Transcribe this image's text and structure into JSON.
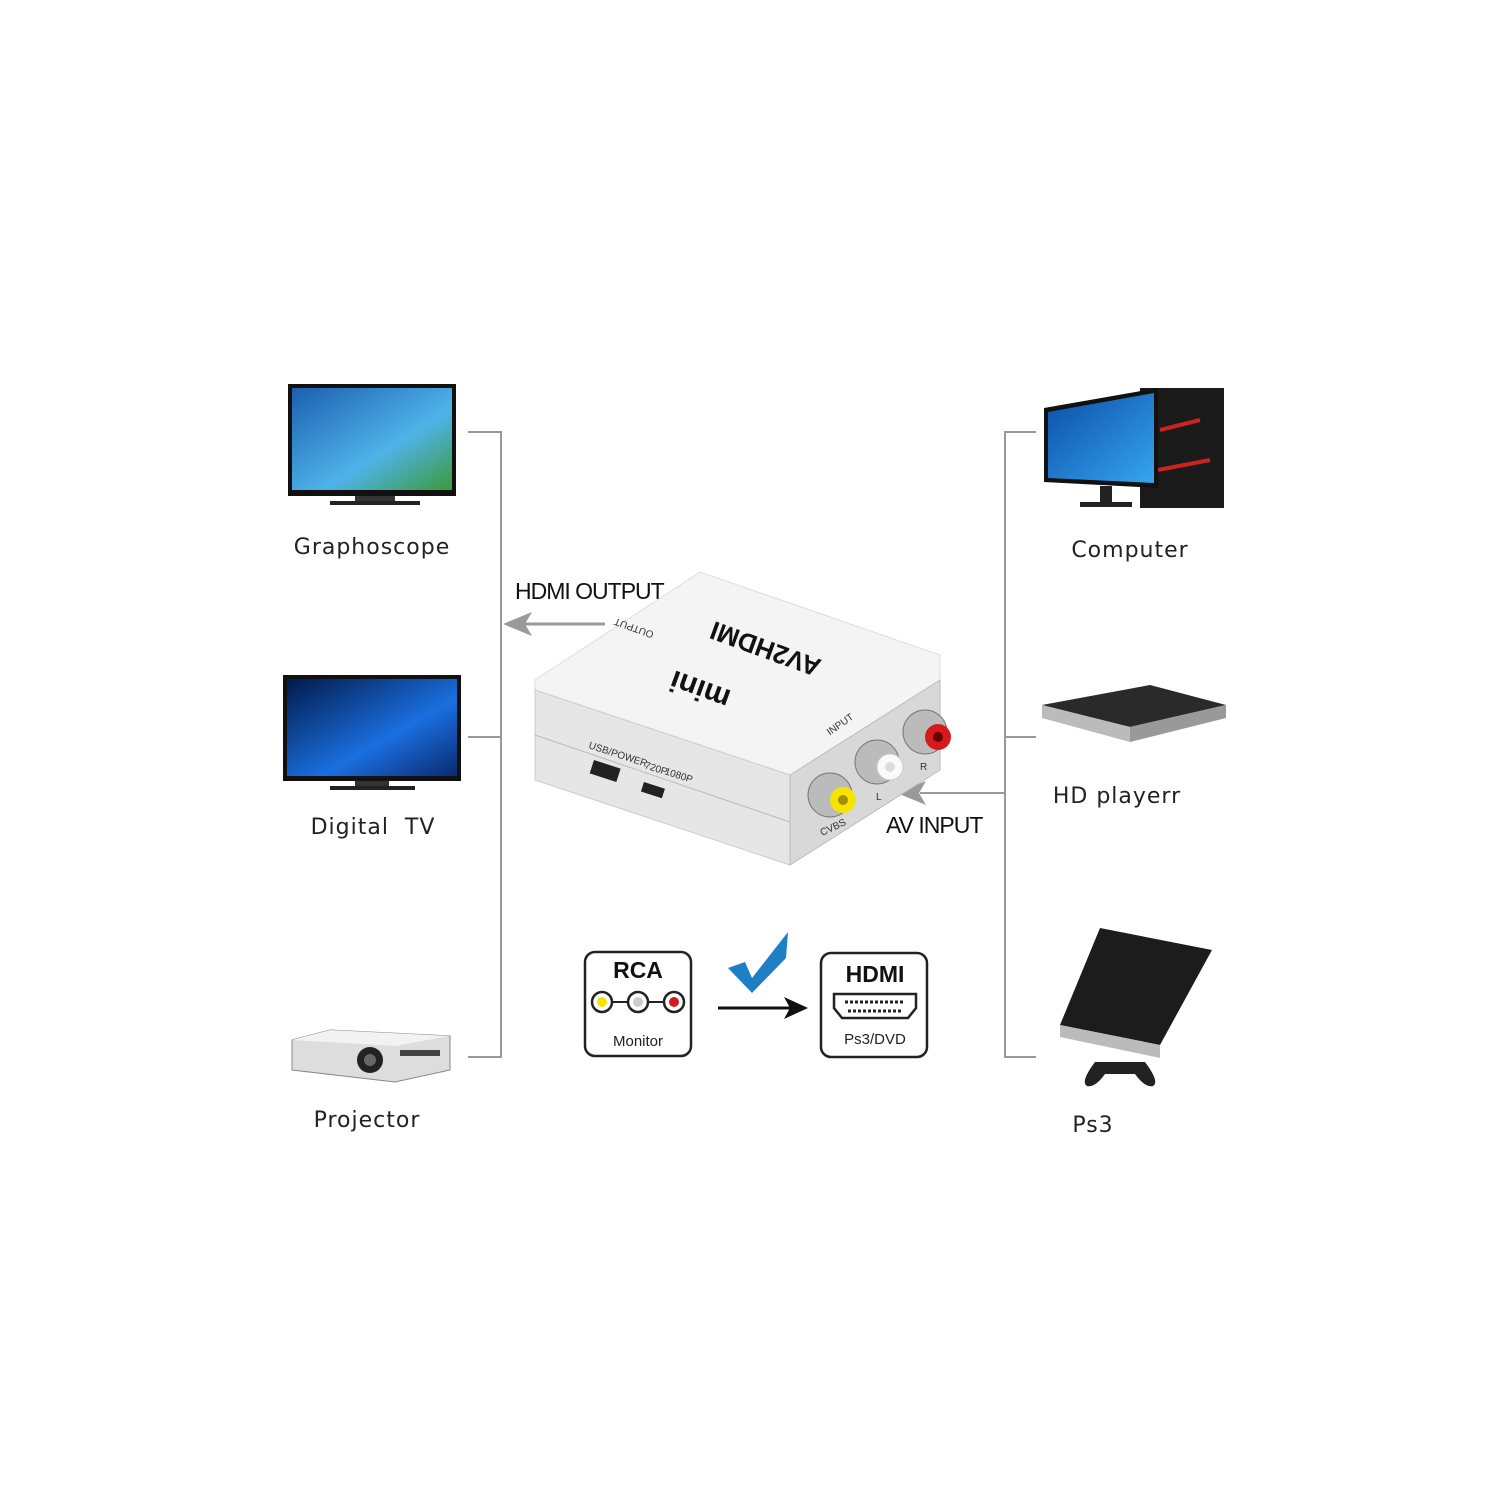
{
  "left_devices": [
    {
      "label": "Graphoscope",
      "icon": "tv-icon"
    },
    {
      "label": "Digital  TV",
      "icon": "tv-icon"
    },
    {
      "label": "Projector",
      "icon": "projector-icon"
    }
  ],
  "right_devices": [
    {
      "label": "Computer",
      "icon": "computer-icon"
    },
    {
      "label": "HD playerr",
      "icon": "media-player-icon"
    },
    {
      "label": "Ps3",
      "icon": "game-console-icon"
    }
  ],
  "adapter": {
    "output_label": "HDMI OUTPUT",
    "input_label": "AV INPUT",
    "brand": "AV2HDMI",
    "model": "mini",
    "port_output": "OUTPUT",
    "port_input": "INPUT",
    "usb_label": "USB/POWER",
    "switch_720": "720P",
    "switch_1080": "1080P",
    "jack_r": "R",
    "jack_l": "L",
    "jack_cvbs": "CVBS"
  },
  "conversion": {
    "from_title": "RCA",
    "from_sub": "Monitor",
    "to_title": "HDMI",
    "to_sub": "Ps3/DVD",
    "check_color": "#1e7fc4"
  },
  "colors": {
    "lines": "#999999",
    "rca_yellow": "#f5e400",
    "rca_red": "#d41a1a",
    "rca_white": "#cccccc"
  }
}
